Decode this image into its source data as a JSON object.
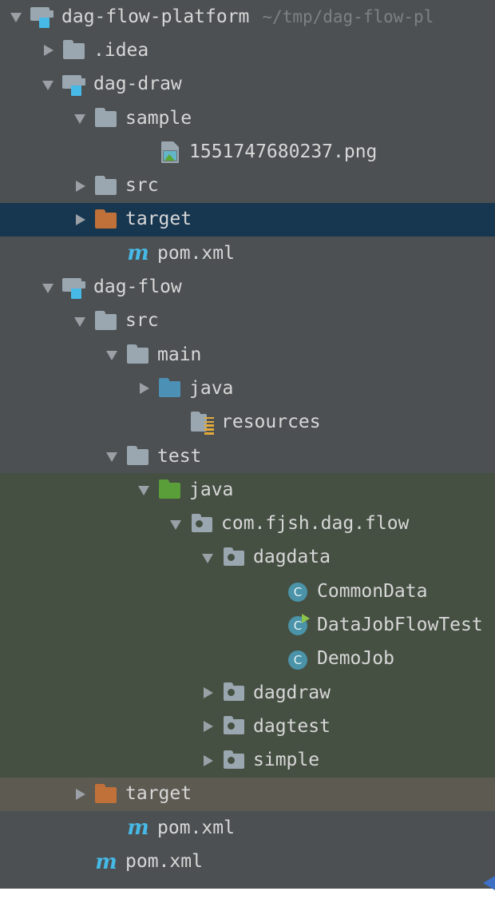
{
  "app": {
    "name": "intellij-project-tree",
    "theme": "darcula",
    "colors": {
      "background": "#4c5052",
      "selected_row": "#173650",
      "test_scope_highlight": "#454F42",
      "excluded_highlight": "#5C5A51",
      "text": "#d7d7d7",
      "path_text": "#7c8184",
      "module_accent": "#46b9e6",
      "sources_folder": "#4d90b5",
      "test_sources_folder": "#5a9e3a",
      "excluded_folder": "#c0713a",
      "class_icon": "#4a93a8",
      "run_marker": "#8bc34a",
      "resources_stripes": "#e2a93c",
      "cursor": "#3d6fc4"
    }
  },
  "tree": {
    "root_path": "~/tmp/dag-flow-pl",
    "nodes": [
      {
        "label": "dag-flow-platform",
        "path": "~/tmp/dag-flow-pl",
        "icon": "module-icon",
        "arrow": "expanded",
        "depth": 0,
        "highlight": "none"
      },
      {
        "label": ".idea",
        "path": "",
        "icon": "folder-icon",
        "arrow": "collapsed",
        "depth": 1,
        "highlight": "none"
      },
      {
        "label": "dag-draw",
        "path": "",
        "icon": "module-icon",
        "arrow": "expanded",
        "depth": 1,
        "highlight": "none"
      },
      {
        "label": "sample",
        "path": "",
        "icon": "folder-icon",
        "arrow": "expanded",
        "depth": 2,
        "highlight": "none"
      },
      {
        "label": "1551747680237.png",
        "path": "",
        "icon": "image-file-icon",
        "arrow": "none",
        "depth": 4,
        "highlight": "none"
      },
      {
        "label": "src",
        "path": "",
        "icon": "folder-icon",
        "arrow": "collapsed",
        "depth": 2,
        "highlight": "none"
      },
      {
        "label": "target",
        "path": "",
        "icon": "folder-orange-icon",
        "arrow": "collapsed",
        "depth": 2,
        "highlight": "selected"
      },
      {
        "label": "pom.xml",
        "path": "",
        "icon": "maven-icon",
        "arrow": "none",
        "depth": 3,
        "highlight": "none"
      },
      {
        "label": "dag-flow",
        "path": "",
        "icon": "module-icon",
        "arrow": "expanded",
        "depth": 1,
        "highlight": "none"
      },
      {
        "label": "src",
        "path": "",
        "icon": "folder-icon",
        "arrow": "expanded",
        "depth": 2,
        "highlight": "none"
      },
      {
        "label": "main",
        "path": "",
        "icon": "folder-icon",
        "arrow": "expanded",
        "depth": 3,
        "highlight": "none"
      },
      {
        "label": "java",
        "path": "",
        "icon": "folder-blue-icon",
        "arrow": "collapsed",
        "depth": 4,
        "highlight": "none"
      },
      {
        "label": "resources",
        "path": "",
        "icon": "resources-folder-icon",
        "arrow": "none",
        "depth": 5,
        "highlight": "none"
      },
      {
        "label": "test",
        "path": "",
        "icon": "folder-icon",
        "arrow": "expanded",
        "depth": 3,
        "highlight": "none"
      },
      {
        "label": "java",
        "path": "",
        "icon": "folder-green-icon",
        "arrow": "expanded",
        "depth": 4,
        "highlight": "test"
      },
      {
        "label": "com.fjsh.dag.flow",
        "path": "",
        "icon": "package-icon",
        "arrow": "expanded",
        "depth": 5,
        "highlight": "test"
      },
      {
        "label": "dagdata",
        "path": "",
        "icon": "package-icon",
        "arrow": "expanded",
        "depth": 6,
        "highlight": "test"
      },
      {
        "label": "CommonData",
        "path": "",
        "icon": "class-icon",
        "arrow": "none",
        "depth": 8,
        "highlight": "test"
      },
      {
        "label": "DataJobFlowTest",
        "path": "",
        "icon": "class-runnable-icon",
        "arrow": "none",
        "depth": 8,
        "highlight": "test"
      },
      {
        "label": "DemoJob",
        "path": "",
        "icon": "class-icon",
        "arrow": "none",
        "depth": 8,
        "highlight": "test"
      },
      {
        "label": "dagdraw",
        "path": "",
        "icon": "package-icon",
        "arrow": "collapsed",
        "depth": 6,
        "highlight": "test"
      },
      {
        "label": "dagtest",
        "path": "",
        "icon": "package-icon",
        "arrow": "collapsed",
        "depth": 6,
        "highlight": "test"
      },
      {
        "label": "simple",
        "path": "",
        "icon": "package-icon",
        "arrow": "collapsed",
        "depth": 6,
        "highlight": "test"
      },
      {
        "label": "target",
        "path": "",
        "icon": "folder-orange-icon",
        "arrow": "collapsed",
        "depth": 2,
        "highlight": "excluded"
      },
      {
        "label": "pom.xml",
        "path": "",
        "icon": "maven-icon",
        "arrow": "none",
        "depth": 3,
        "highlight": "none"
      },
      {
        "label": "pom.xml",
        "path": "",
        "icon": "maven-icon",
        "arrow": "none",
        "depth": 2,
        "highlight": "none"
      }
    ]
  },
  "cursor": {
    "name": "pointer-arrow",
    "direction": "left"
  }
}
